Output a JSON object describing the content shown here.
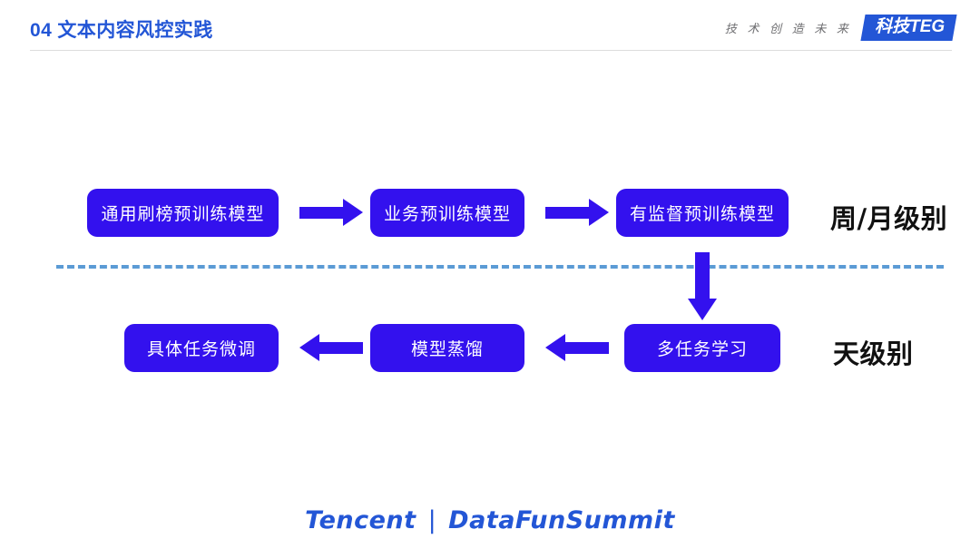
{
  "header": {
    "title": "04 文本内容风控实践",
    "tagline": "技 术 创 造 未 来",
    "badge": "科技TEG",
    "title_color": "#2356D6",
    "badge_bg": "#2356D6"
  },
  "diagram": {
    "node_color": "#3311EE",
    "arrow_color": "#3311EE",
    "divider_color": "#5B9BD5",
    "row1": {
      "cadence": "周/月级别",
      "nodes": [
        {
          "label": "通用刷榜预训练模型"
        },
        {
          "label": "业务预训练模型"
        },
        {
          "label": "有监督预训练模型"
        }
      ],
      "arrows": [
        {
          "direction": "right"
        },
        {
          "direction": "right"
        }
      ]
    },
    "connector": {
      "direction": "down"
    },
    "row2": {
      "cadence": "天级别",
      "nodes": [
        {
          "label": "具体任务微调"
        },
        {
          "label": "模型蒸馏"
        },
        {
          "label": "多任务学习"
        }
      ],
      "arrows": [
        {
          "direction": "left"
        },
        {
          "direction": "left"
        }
      ]
    }
  },
  "footer": {
    "left": "Tencent",
    "separator": "|",
    "right": "DataFunSummit",
    "color": "#2356D6"
  }
}
